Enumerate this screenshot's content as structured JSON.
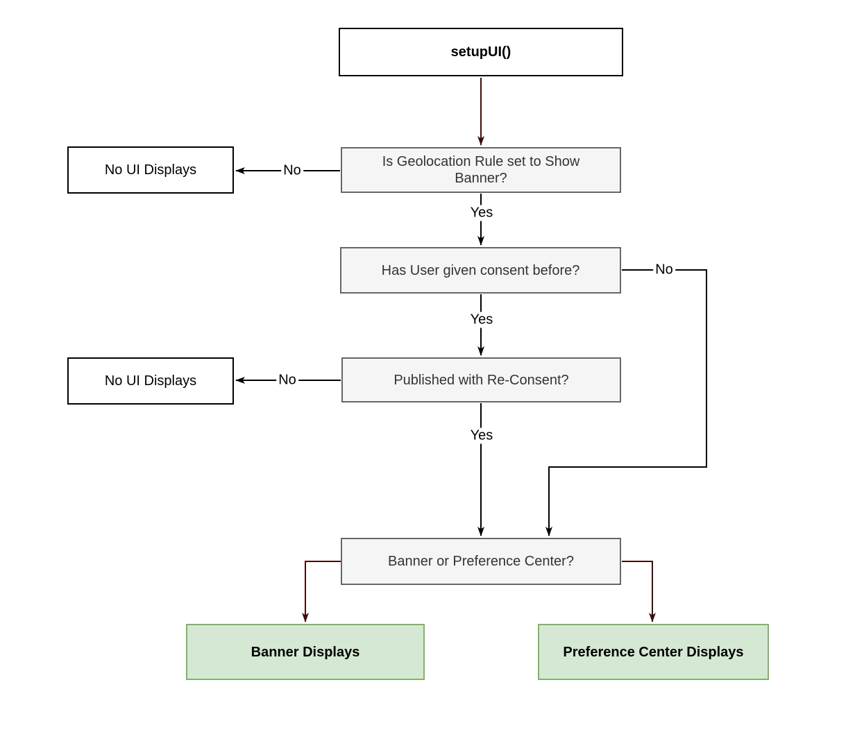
{
  "nodes": {
    "setup": {
      "label": "setupUI()"
    },
    "geo_rule": {
      "label": "Is Geolocation Rule set to Show Banner?"
    },
    "no_ui_1": {
      "label": "No UI Displays"
    },
    "consent": {
      "label": "Has User given consent before?"
    },
    "no_ui_2": {
      "label": "No UI Displays"
    },
    "reconsent": {
      "label": "Published with Re-Consent?"
    },
    "banner_or_pc": {
      "label": "Banner or Preference Center?"
    },
    "banner_displays": {
      "label": "Banner Displays"
    },
    "pc_displays": {
      "label": "Preference Center Displays"
    }
  },
  "edge_labels": {
    "geo_no": "No",
    "geo_yes": "Yes",
    "consent_no": "No",
    "consent_yes": "Yes",
    "reconsent_no": "No",
    "reconsent_yes": "Yes"
  },
  "colors": {
    "edge_black": "#000000",
    "edge_maroon": "#3F0D0D",
    "decision_fill": "#F5F5F5",
    "decision_border": "#666666",
    "result_fill": "#D5E8D4",
    "result_border": "#82B366",
    "plain_fill": "#FFFFFF",
    "plain_border": "#000000"
  }
}
